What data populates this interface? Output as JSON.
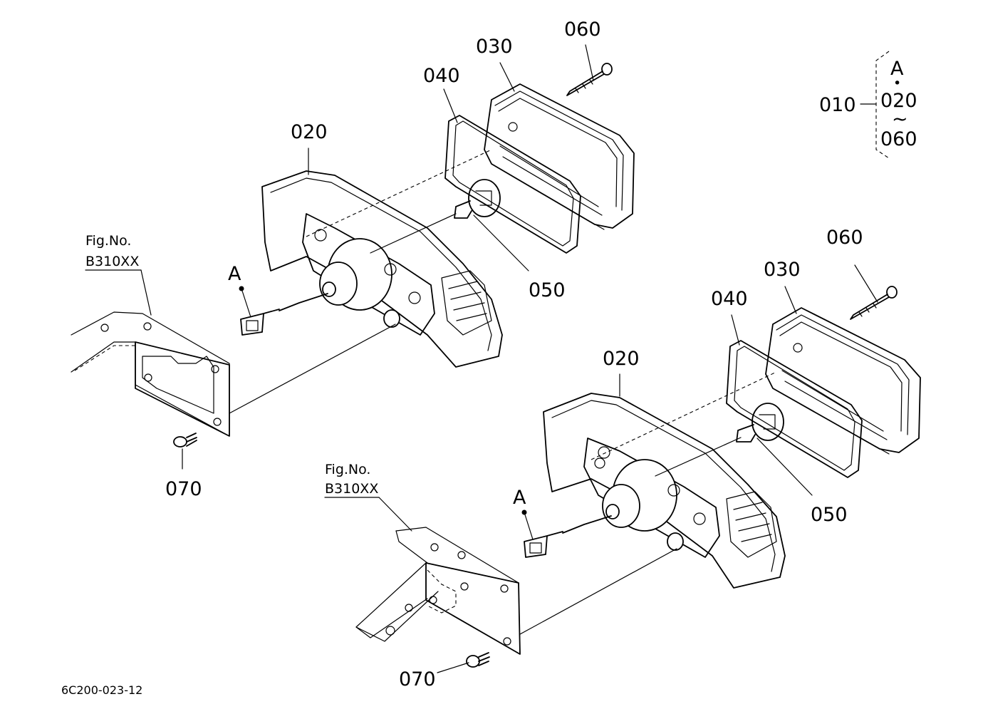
{
  "labels": {
    "top": {
      "p060": "060",
      "p030": "030",
      "p040": "040",
      "p020": "020",
      "p050": "050",
      "connector": "A",
      "fig_no": "Fig.No.",
      "fig_ref": "B310XX",
      "p070": "070"
    },
    "bottom": {
      "p060": "060",
      "p030": "030",
      "p040": "040",
      "p020": "020",
      "p050": "050",
      "connector": "A",
      "fig_no": "Fig.No.",
      "fig_ref": "B310XX",
      "p070": "070"
    },
    "assembly_key": {
      "assembly": "010",
      "connector": "A",
      "dot": "•",
      "range_from": "020",
      "tilde": "~",
      "range_to": "060"
    },
    "drawing_code": "6C200-023-12"
  }
}
